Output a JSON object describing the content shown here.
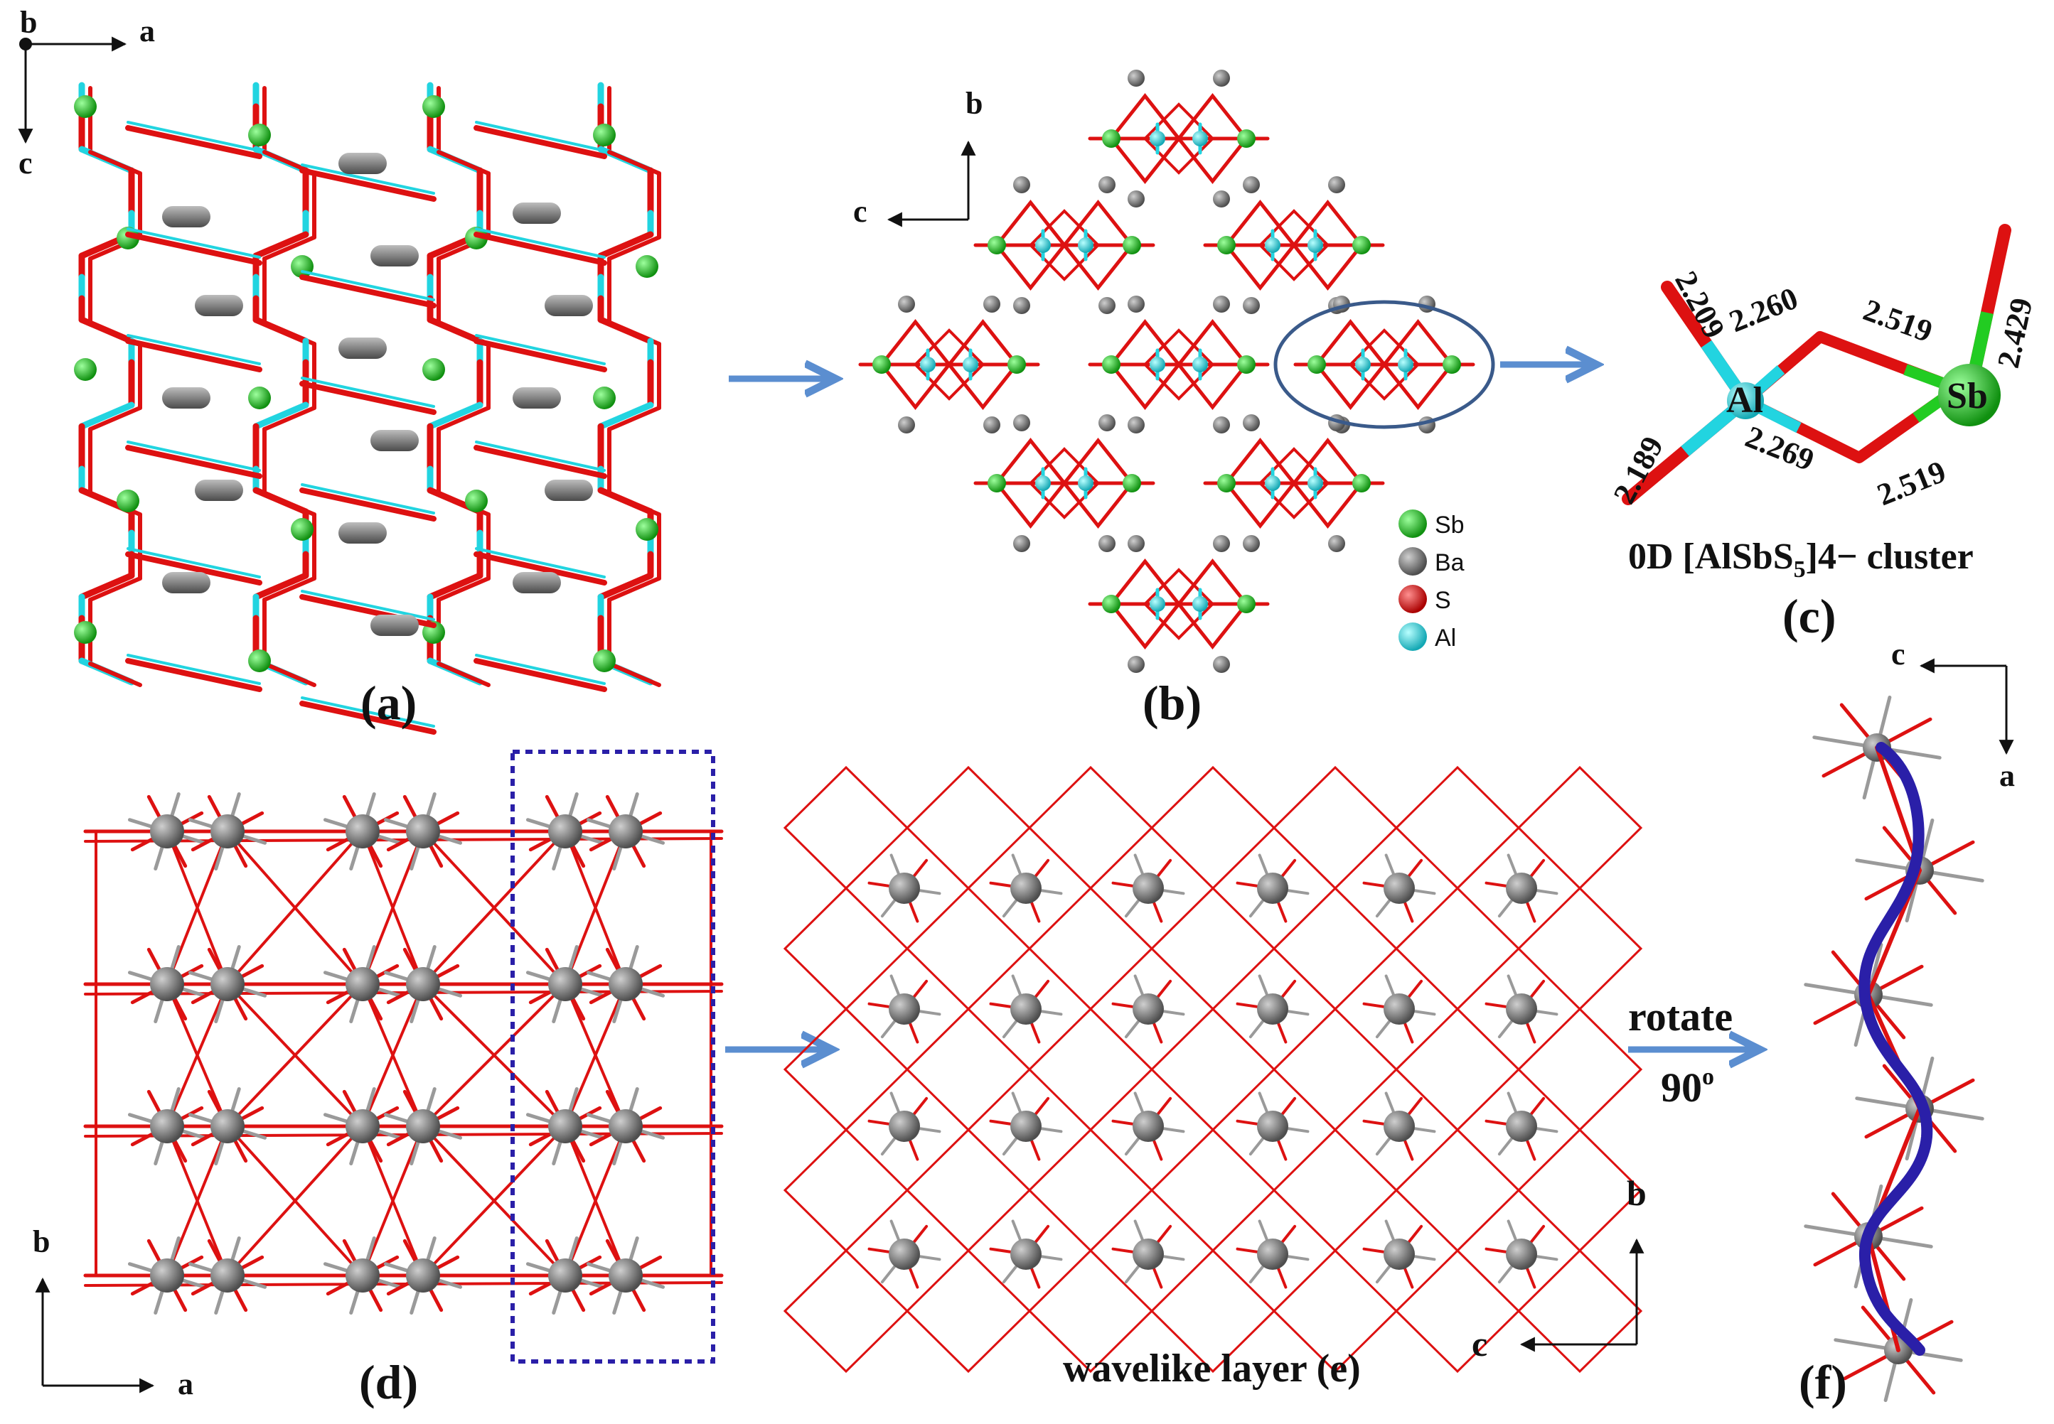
{
  "panel_labels": {
    "a": "(a)",
    "b": "(b)",
    "c": "(c)",
    "d": "(d)",
    "f": "(f)"
  },
  "axes": {
    "a": {
      "b": "b",
      "a": "a",
      "c": "c"
    },
    "b": {
      "b": "b",
      "c": "c"
    },
    "c": {
      "c": "c",
      "a": "a"
    },
    "d": {
      "b": "b",
      "a": "a"
    },
    "e": {
      "b": "b",
      "c": "c"
    }
  },
  "legend": [
    {
      "label": "Sb",
      "color": "#22cc22"
    },
    {
      "label": "Ba",
      "color": "#808080"
    },
    {
      "label": "S",
      "color": "#dd1111"
    },
    {
      "label": "Al",
      "color": "#22d4e0"
    }
  ],
  "cluster": {
    "atom_al": "Al",
    "atom_sb": "Sb",
    "bonds": [
      "2.209",
      "2.260",
      "2.519",
      "2.429",
      "2.189",
      "2.269",
      "2.519"
    ],
    "caption_prefix": "0D [AlSbS",
    "caption_sub": "5",
    "caption_sup": "]4−",
    "caption_suffix": " cluster"
  },
  "wavelike_caption": "wavelike layer (e)",
  "rotate_text": "rotate",
  "rotate_angle": "90",
  "rotate_deg": "o",
  "colors": {
    "sb": "#22cc22",
    "ba": "#7f7f7f",
    "s": "#dd1111",
    "al": "#22d4e0",
    "arrow": "#5b8ed0",
    "wave": "#2a1fa8",
    "box": "#2a1fa8",
    "ellipse": "#3a5a8a"
  }
}
